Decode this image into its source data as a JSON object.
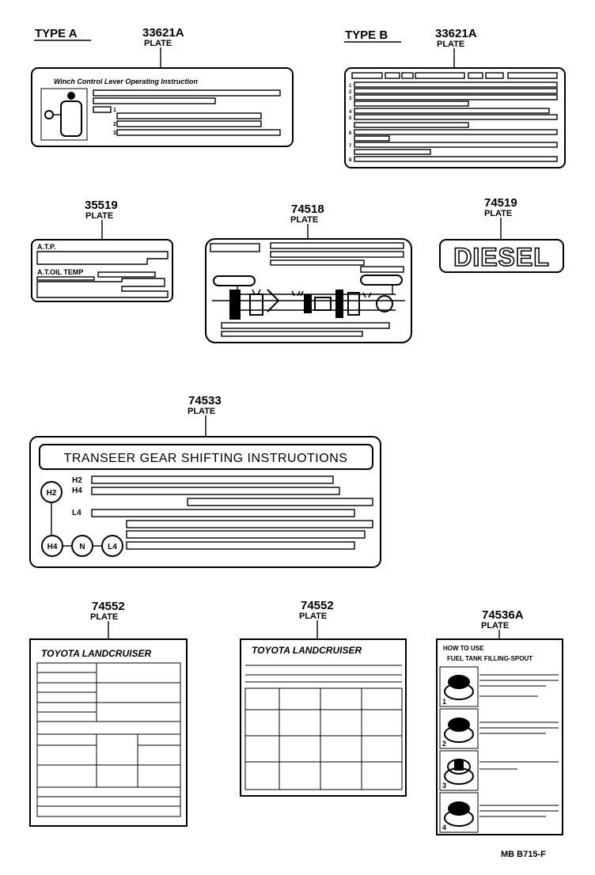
{
  "type_labels": {
    "a": "TYPE A",
    "b": "TYPE B"
  },
  "parts": {
    "p33621a_a": {
      "number": "33621A",
      "label": "PLATE"
    },
    "p33621a_b": {
      "number": "33621A",
      "label": "PLATE"
    },
    "p35519": {
      "number": "35519",
      "label": "PLATE"
    },
    "p74518": {
      "number": "74518",
      "label": "PLATE"
    },
    "p74519": {
      "number": "74519",
      "label": "PLATE"
    },
    "p74533": {
      "number": "74533",
      "label": "PLATE"
    },
    "p74552_a": {
      "number": "74552",
      "label": "PLATE"
    },
    "p74552_b": {
      "number": "74552",
      "label": "PLATE"
    },
    "p74536a": {
      "number": "74536A",
      "label": "PLATE"
    }
  },
  "plate_texts": {
    "winch_title": "Winch Control Lever Operating Instruction",
    "winch_rows": [
      "1",
      "2",
      "3"
    ],
    "type_b_rows": [
      "1",
      "2",
      "3",
      "4",
      "5",
      "6",
      "7",
      "8"
    ],
    "atp": "A.T.P.",
    "at_oil_temp": "A.T.OIL TEMP",
    "diesel": "DIESEL",
    "transfer_title": "TRANSEER GEAR SHIFTING INSTRUOTIONS",
    "transfer_rows": [
      "H2",
      "H4",
      "L4"
    ],
    "transfer_circles": [
      "H2",
      "H4",
      "N",
      "L4"
    ],
    "landcruiser_title": "TOYOTA LANDCRUISER",
    "fuel_title_1": "HOW TO USE",
    "fuel_title_2": "FUEL TANK FILLING-SPOUT",
    "fuel_steps": [
      "1",
      "2",
      "3",
      "4"
    ]
  },
  "footer": {
    "code": "MB B715-F"
  }
}
